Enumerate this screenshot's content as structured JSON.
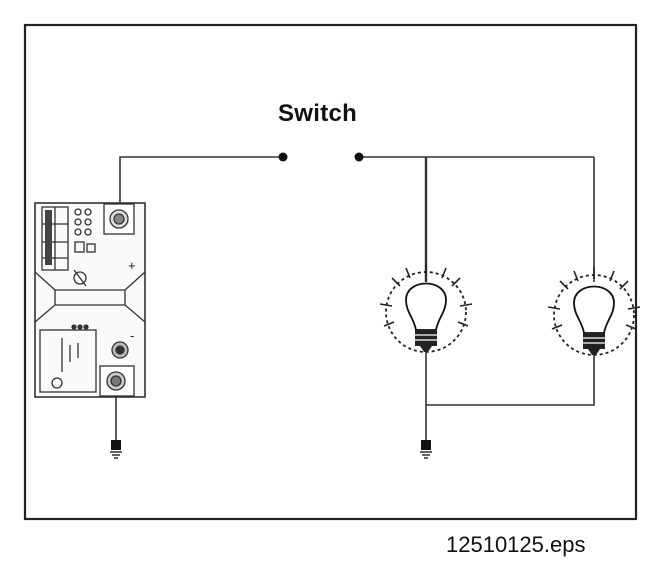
{
  "diagram": {
    "switch_label": "Switch",
    "filename": "12510125.eps",
    "battery_terminals": {
      "positive": "+",
      "negative": "-"
    },
    "components": {
      "battery": "battery",
      "switch": "switch",
      "bulbs": [
        "bulb-1",
        "bulb-2"
      ],
      "grounds": [
        "ground-battery",
        "ground-bulbs"
      ]
    }
  }
}
